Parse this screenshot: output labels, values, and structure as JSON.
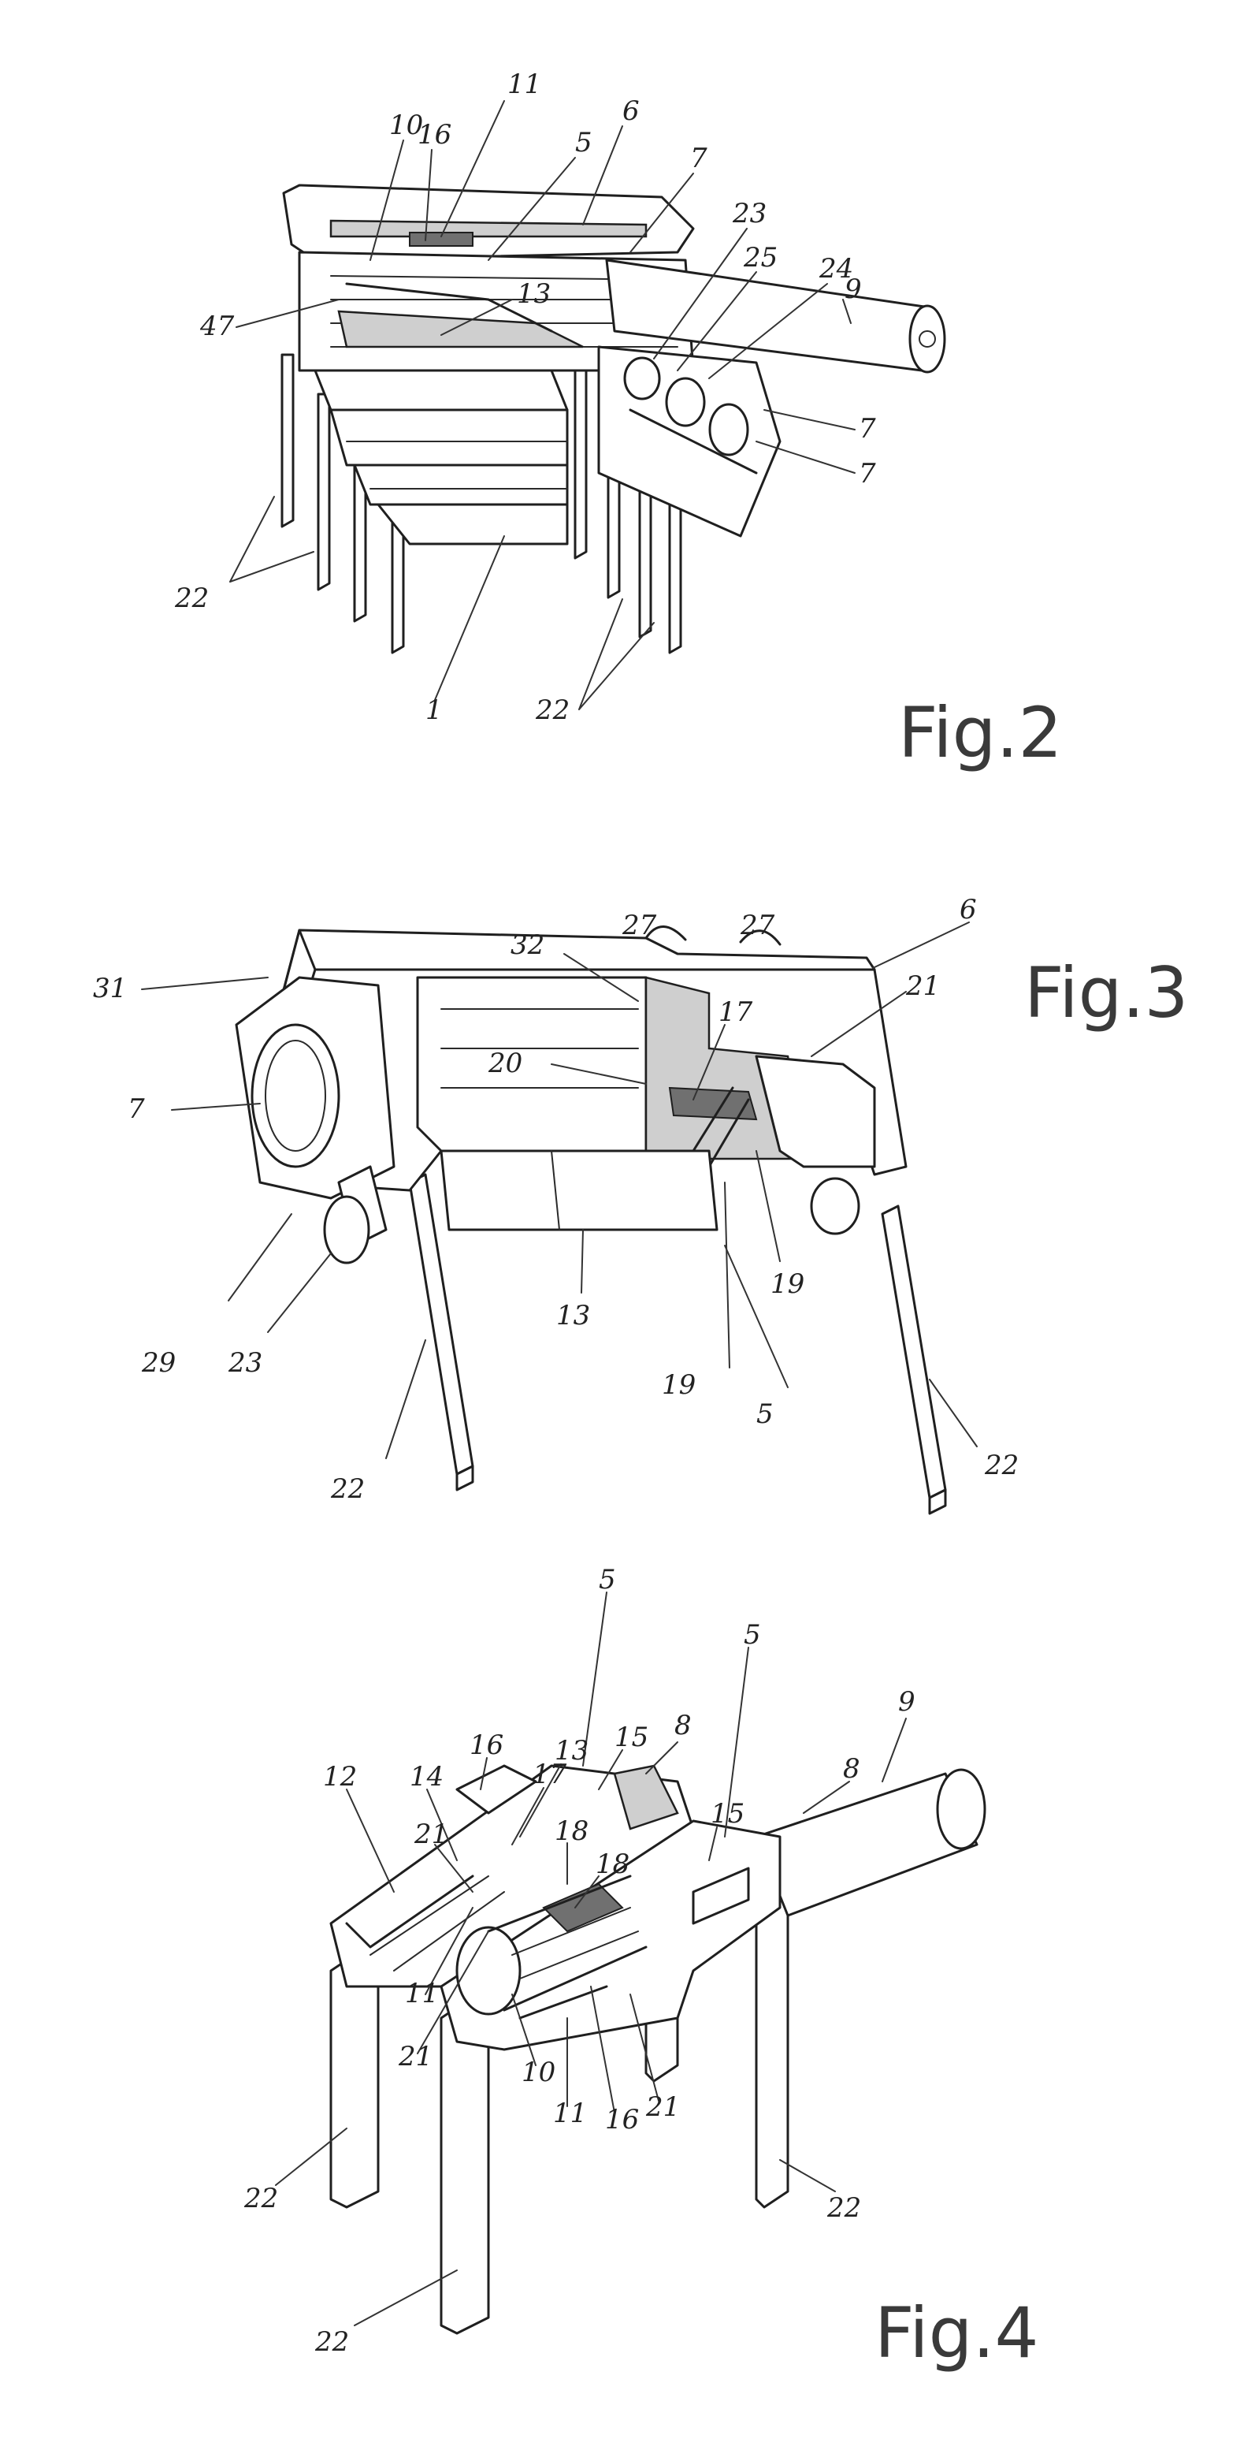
{
  "figures": [
    {
      "id": "fig2",
      "caption": "Fig.2",
      "labels": [
        "11",
        "6",
        "10",
        "16",
        "5",
        "7",
        "9",
        "23",
        "25",
        "24",
        "47",
        "13",
        "7",
        "7",
        "22",
        "1",
        "22"
      ]
    },
    {
      "id": "fig3",
      "caption": "Fig.3",
      "labels": [
        "32",
        "27",
        "27",
        "6",
        "31",
        "21",
        "20",
        "17",
        "7",
        "29",
        "23",
        "13",
        "19",
        "19",
        "5",
        "22",
        "22"
      ]
    },
    {
      "id": "fig4",
      "caption": "Fig.4",
      "labels": [
        "5",
        "5",
        "8",
        "16",
        "13",
        "15",
        "8",
        "9",
        "12",
        "14",
        "21",
        "17",
        "15",
        "18",
        "18",
        "11",
        "21",
        "10",
        "11",
        "16",
        "21",
        "22",
        "22",
        "22"
      ]
    }
  ]
}
